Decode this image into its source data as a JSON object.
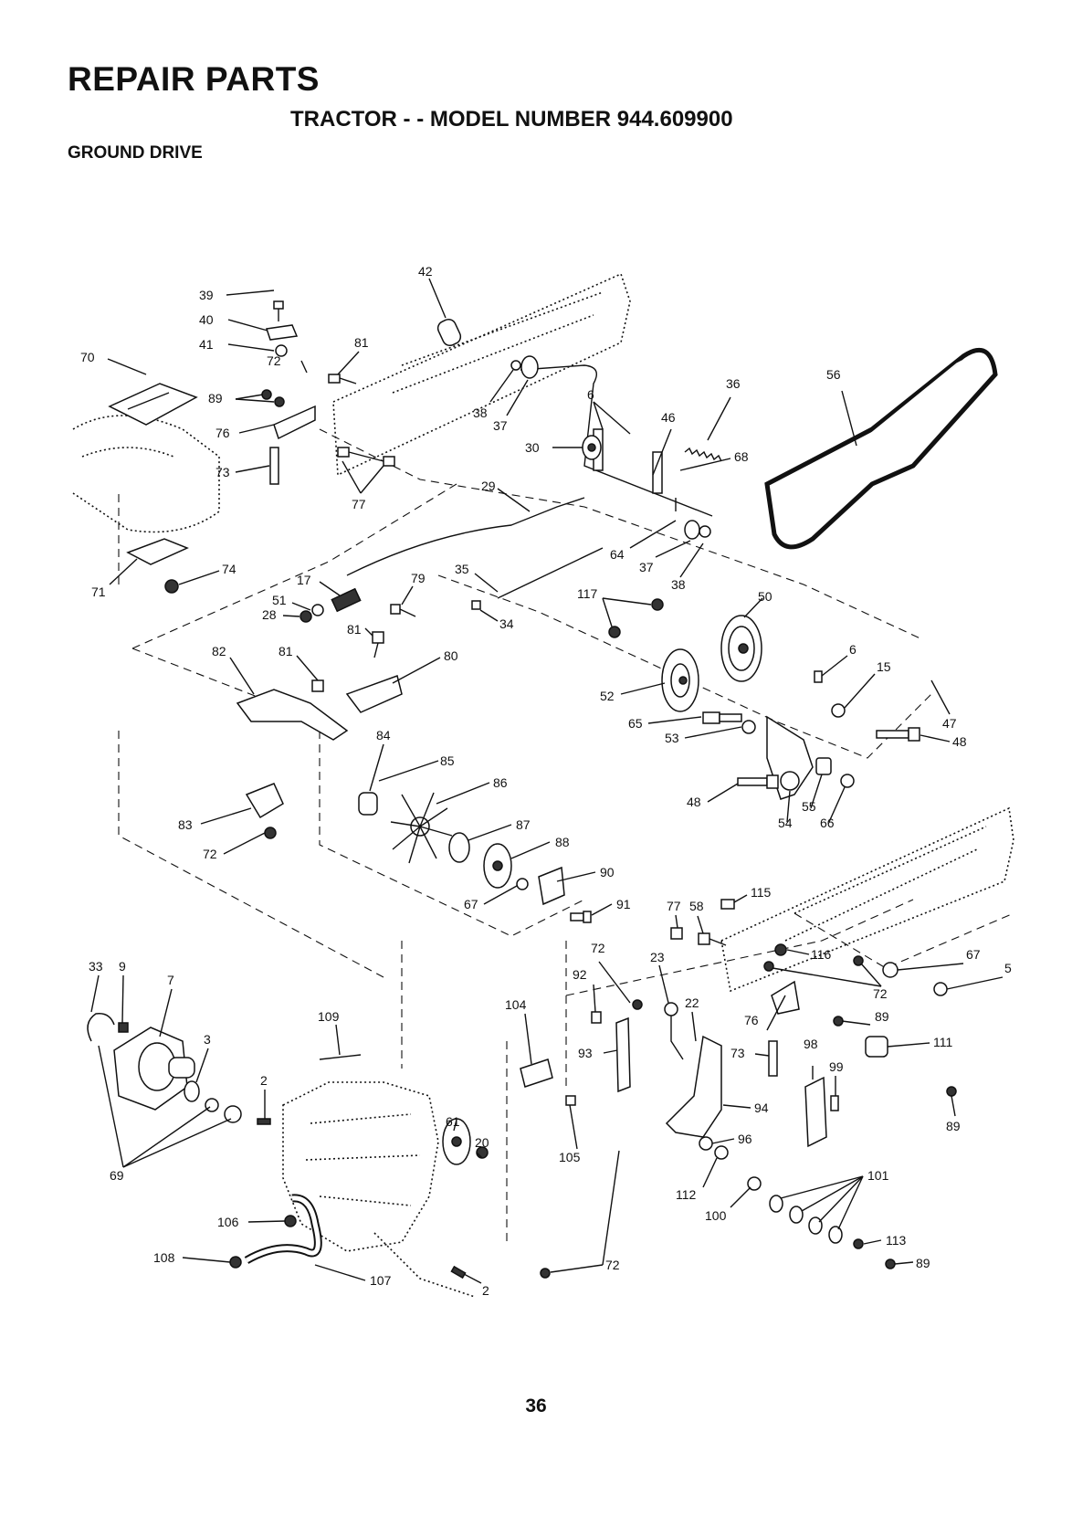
{
  "header": {
    "title": "REPAIR PARTS",
    "subtitle": "TRACTOR - - MODEL NUMBER 944.609900",
    "section": "GROUND DRIVE"
  },
  "footer": {
    "page_number": "36"
  },
  "callouts": [
    {
      "id": "c39",
      "text": "39"
    },
    {
      "id": "c40",
      "text": "40"
    },
    {
      "id": "c41",
      "text": "41"
    },
    {
      "id": "c42",
      "text": "42"
    },
    {
      "id": "c70",
      "text": "70"
    },
    {
      "id": "c81a",
      "text": "81"
    },
    {
      "id": "c72a",
      "text": "72"
    },
    {
      "id": "c89a",
      "text": "89"
    },
    {
      "id": "c76a",
      "text": "76"
    },
    {
      "id": "c73a",
      "text": "73"
    },
    {
      "id": "c77a",
      "text": "77"
    },
    {
      "id": "c38a",
      "text": "38"
    },
    {
      "id": "c37a",
      "text": "37"
    },
    {
      "id": "c6a",
      "text": "6"
    },
    {
      "id": "c36",
      "text": "36"
    },
    {
      "id": "c56",
      "text": "56"
    },
    {
      "id": "c46",
      "text": "46"
    },
    {
      "id": "c30",
      "text": "30"
    },
    {
      "id": "c68",
      "text": "68"
    },
    {
      "id": "c29",
      "text": "29"
    },
    {
      "id": "c64",
      "text": "64"
    },
    {
      "id": "c37b",
      "text": "37"
    },
    {
      "id": "c38b",
      "text": "38"
    },
    {
      "id": "c71",
      "text": "71"
    },
    {
      "id": "c74",
      "text": "74"
    },
    {
      "id": "c17",
      "text": "17"
    },
    {
      "id": "c79",
      "text": "79"
    },
    {
      "id": "c35",
      "text": "35"
    },
    {
      "id": "c51",
      "text": "51"
    },
    {
      "id": "c28",
      "text": "28"
    },
    {
      "id": "c34",
      "text": "34"
    },
    {
      "id": "c117",
      "text": "117"
    },
    {
      "id": "c50",
      "text": "50"
    },
    {
      "id": "c81b",
      "text": "81"
    },
    {
      "id": "c82",
      "text": "82"
    },
    {
      "id": "c81c",
      "text": "81"
    },
    {
      "id": "c80",
      "text": "80"
    },
    {
      "id": "c6b",
      "text": "6"
    },
    {
      "id": "c15",
      "text": "15"
    },
    {
      "id": "c52",
      "text": "52"
    },
    {
      "id": "c65",
      "text": "65"
    },
    {
      "id": "c47",
      "text": "47"
    },
    {
      "id": "c53",
      "text": "53"
    },
    {
      "id": "c48a",
      "text": "48"
    },
    {
      "id": "c84",
      "text": "84"
    },
    {
      "id": "c85",
      "text": "85"
    },
    {
      "id": "c86",
      "text": "86"
    },
    {
      "id": "c48b",
      "text": "48"
    },
    {
      "id": "c55",
      "text": "55"
    },
    {
      "id": "c54",
      "text": "54"
    },
    {
      "id": "c66",
      "text": "66"
    },
    {
      "id": "c83",
      "text": "83"
    },
    {
      "id": "c87",
      "text": "87"
    },
    {
      "id": "c72b",
      "text": "72"
    },
    {
      "id": "c88",
      "text": "88"
    },
    {
      "id": "c90",
      "text": "90"
    },
    {
      "id": "c67a",
      "text": "67"
    },
    {
      "id": "c91",
      "text": "91"
    },
    {
      "id": "c115",
      "text": "115"
    },
    {
      "id": "c77b",
      "text": "77"
    },
    {
      "id": "c58",
      "text": "58"
    },
    {
      "id": "c72c",
      "text": "72"
    },
    {
      "id": "c23",
      "text": "23"
    },
    {
      "id": "c116",
      "text": "116"
    },
    {
      "id": "c67b",
      "text": "67"
    },
    {
      "id": "c5",
      "text": "5"
    },
    {
      "id": "c72d",
      "text": "72"
    },
    {
      "id": "c33",
      "text": "33"
    },
    {
      "id": "c9",
      "text": "9"
    },
    {
      "id": "c7",
      "text": "7"
    },
    {
      "id": "c92",
      "text": "92"
    },
    {
      "id": "c104",
      "text": "104"
    },
    {
      "id": "c22",
      "text": "22"
    },
    {
      "id": "c109",
      "text": "109"
    },
    {
      "id": "c76b",
      "text": "76"
    },
    {
      "id": "c89b",
      "text": "89"
    },
    {
      "id": "c3",
      "text": "3"
    },
    {
      "id": "c93",
      "text": "93"
    },
    {
      "id": "c73b",
      "text": "73"
    },
    {
      "id": "c98",
      "text": "98"
    },
    {
      "id": "c111",
      "text": "111"
    },
    {
      "id": "c99",
      "text": "99"
    },
    {
      "id": "c2a",
      "text": "2"
    },
    {
      "id": "c94",
      "text": "94"
    },
    {
      "id": "c61",
      "text": "61"
    },
    {
      "id": "c89c",
      "text": "89"
    },
    {
      "id": "c20",
      "text": "20"
    },
    {
      "id": "c96",
      "text": "96"
    },
    {
      "id": "c69",
      "text": "69"
    },
    {
      "id": "c105",
      "text": "105"
    },
    {
      "id": "c101",
      "text": "101"
    },
    {
      "id": "c112",
      "text": "112"
    },
    {
      "id": "c106",
      "text": "106"
    },
    {
      "id": "c100",
      "text": "100"
    },
    {
      "id": "c113",
      "text": "113"
    },
    {
      "id": "c108",
      "text": "108"
    },
    {
      "id": "c107",
      "text": "107"
    },
    {
      "id": "c2b",
      "text": "2"
    },
    {
      "id": "c72e",
      "text": "72"
    },
    {
      "id": "c89d",
      "text": "89"
    }
  ]
}
